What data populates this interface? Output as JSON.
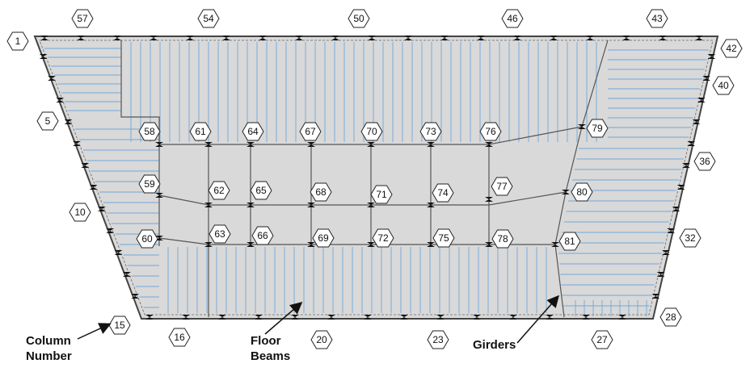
{
  "colors": {
    "slab_fill": "#d9d9d9",
    "floor_beam": "#6fa8dc",
    "girder": "#555555",
    "outline": "#444444",
    "label_stroke": "#222222",
    "marker": "#111111"
  },
  "icons": {
    "column_marker": "bowtie-column-icon",
    "column_label": "hexagon-label-icon"
  },
  "columns": [
    {
      "id": "1"
    },
    {
      "id": "57"
    },
    {
      "id": "54"
    },
    {
      "id": "50"
    },
    {
      "id": "46"
    },
    {
      "id": "43"
    },
    {
      "id": "42"
    },
    {
      "id": "40"
    },
    {
      "id": "36"
    },
    {
      "id": "32"
    },
    {
      "id": "28"
    },
    {
      "id": "27"
    },
    {
      "id": "23"
    },
    {
      "id": "20"
    },
    {
      "id": "16"
    },
    {
      "id": "15"
    },
    {
      "id": "10"
    },
    {
      "id": "5"
    },
    {
      "id": "58"
    },
    {
      "id": "61"
    },
    {
      "id": "64"
    },
    {
      "id": "67"
    },
    {
      "id": "70"
    },
    {
      "id": "73"
    },
    {
      "id": "76"
    },
    {
      "id": "79"
    },
    {
      "id": "59"
    },
    {
      "id": "62"
    },
    {
      "id": "65"
    },
    {
      "id": "68"
    },
    {
      "id": "71"
    },
    {
      "id": "74"
    },
    {
      "id": "77"
    },
    {
      "id": "80"
    },
    {
      "id": "60"
    },
    {
      "id": "63"
    },
    {
      "id": "66"
    },
    {
      "id": "69"
    },
    {
      "id": "72"
    },
    {
      "id": "75"
    },
    {
      "id": "78"
    },
    {
      "id": "81"
    }
  ],
  "annotations": {
    "column_number_line1": "Column",
    "column_number_line2": "Number",
    "floor_beams_line1": "Floor",
    "floor_beams_line2": "Beams",
    "girders": "Girders"
  }
}
